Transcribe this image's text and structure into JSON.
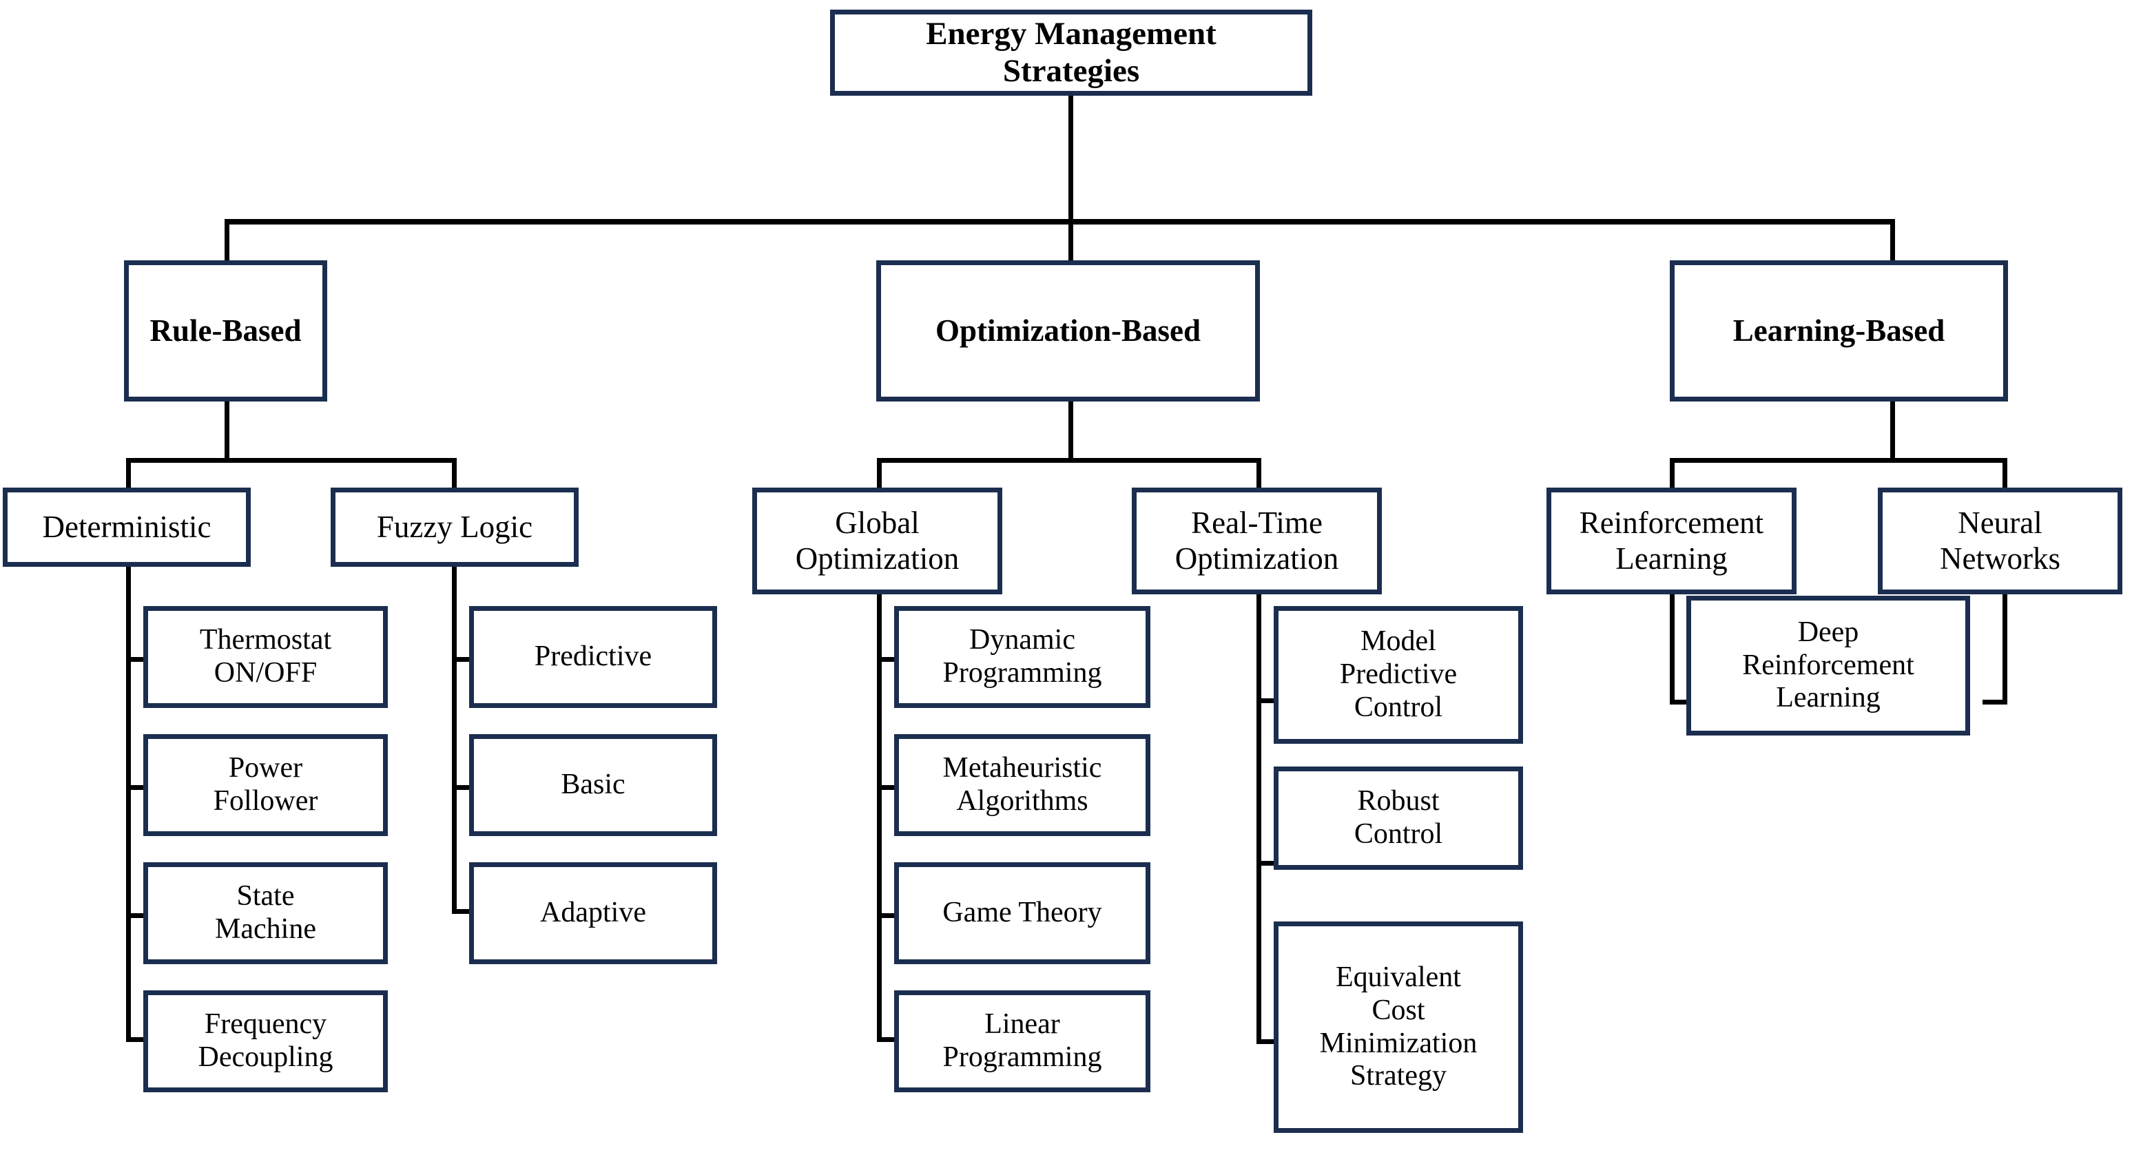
{
  "diagram": {
    "title": "Energy Management Strategies",
    "type": "hierarchical-tree",
    "accent_color": "#1b2e4f",
    "connector_color": "#000000",
    "background_color": "#ffffff",
    "root": {
      "label": "Energy Management\nStrategies"
    },
    "categories": [
      {
        "label": "Rule-Based",
        "subcategories": [
          {
            "label": "Deterministic",
            "leaves": [
              {
                "label": "Thermostat\nON/OFF"
              },
              {
                "label": "Power\nFollower"
              },
              {
                "label": "State\nMachine"
              },
              {
                "label": "Frequency\nDecoupling"
              }
            ]
          },
          {
            "label": "Fuzzy Logic",
            "leaves": [
              {
                "label": "Predictive"
              },
              {
                "label": "Basic"
              },
              {
                "label": "Adaptive"
              }
            ]
          }
        ]
      },
      {
        "label": "Optimization-Based",
        "subcategories": [
          {
            "label": "Global\nOptimization",
            "leaves": [
              {
                "label": "Dynamic\nProgramming"
              },
              {
                "label": "Metaheuristic\nAlgorithms"
              },
              {
                "label": "Game Theory"
              },
              {
                "label": "Linear\nProgramming"
              }
            ]
          },
          {
            "label": "Real-Time\nOptimization",
            "leaves": [
              {
                "label": "Model\nPredictive\nControl"
              },
              {
                "label": "Robust\nControl"
              },
              {
                "label": "Equivalent\nCost\nMinimization\nStrategy"
              }
            ]
          }
        ]
      },
      {
        "label": "Learning-Based",
        "subcategories": [
          {
            "label": "Reinforcement\nLearning",
            "leaves": [
              {
                "label": "Deep\nReinforcement\nLearning"
              }
            ]
          },
          {
            "label": "Neural\nNetworks",
            "leaves": []
          }
        ]
      }
    ]
  }
}
